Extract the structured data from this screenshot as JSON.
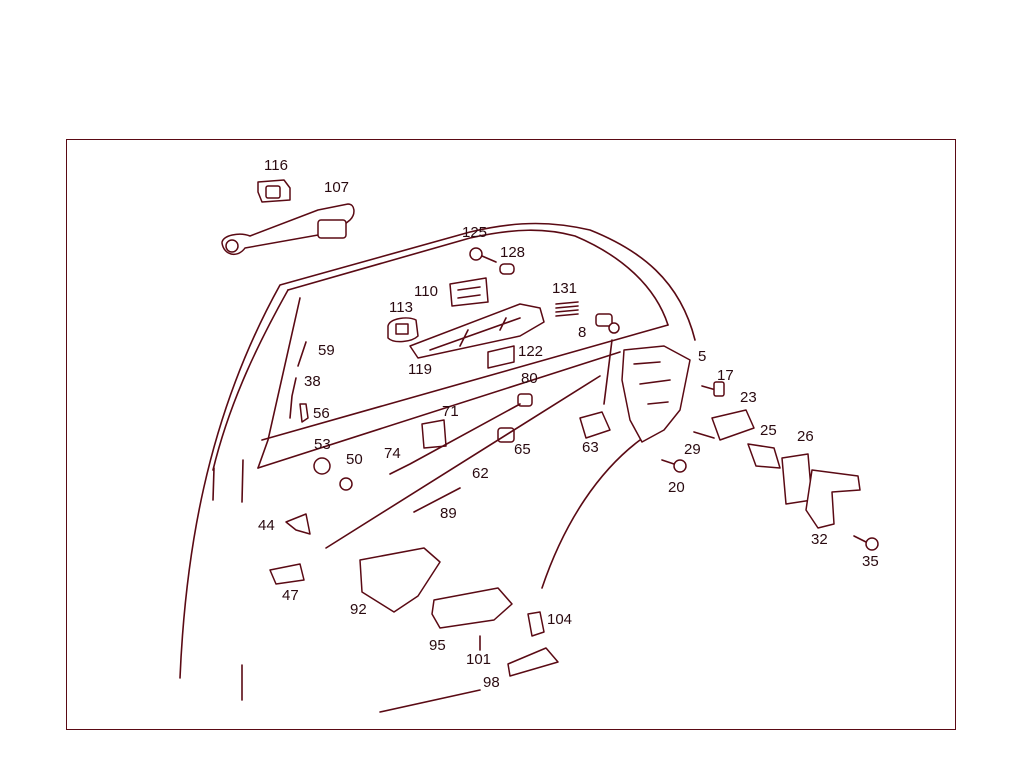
{
  "colors": {
    "line": "#5a0a14",
    "text": "#2a0a10",
    "background": "#ffffff"
  },
  "labels": {
    "p116": "116",
    "p107": "107",
    "p125": "125",
    "p128": "128",
    "p110": "110",
    "p113": "113",
    "p131": "131",
    "p8": "8",
    "p5": "5",
    "p122": "122",
    "p119": "119",
    "p59": "59",
    "p38": "38",
    "p80": "80",
    "p17": "17",
    "p56": "56",
    "p71": "71",
    "p23": "23",
    "p25": "25",
    "p26": "26",
    "p53": "53",
    "p50": "50",
    "p74": "74",
    "p65": "65",
    "p63": "63",
    "p29": "29",
    "p62": "62",
    "p20": "20",
    "p89": "89",
    "p44": "44",
    "p32": "32",
    "p35": "35",
    "p47": "47",
    "p92": "92",
    "p104": "104",
    "p95": "95",
    "p101": "101",
    "p98": "98"
  }
}
